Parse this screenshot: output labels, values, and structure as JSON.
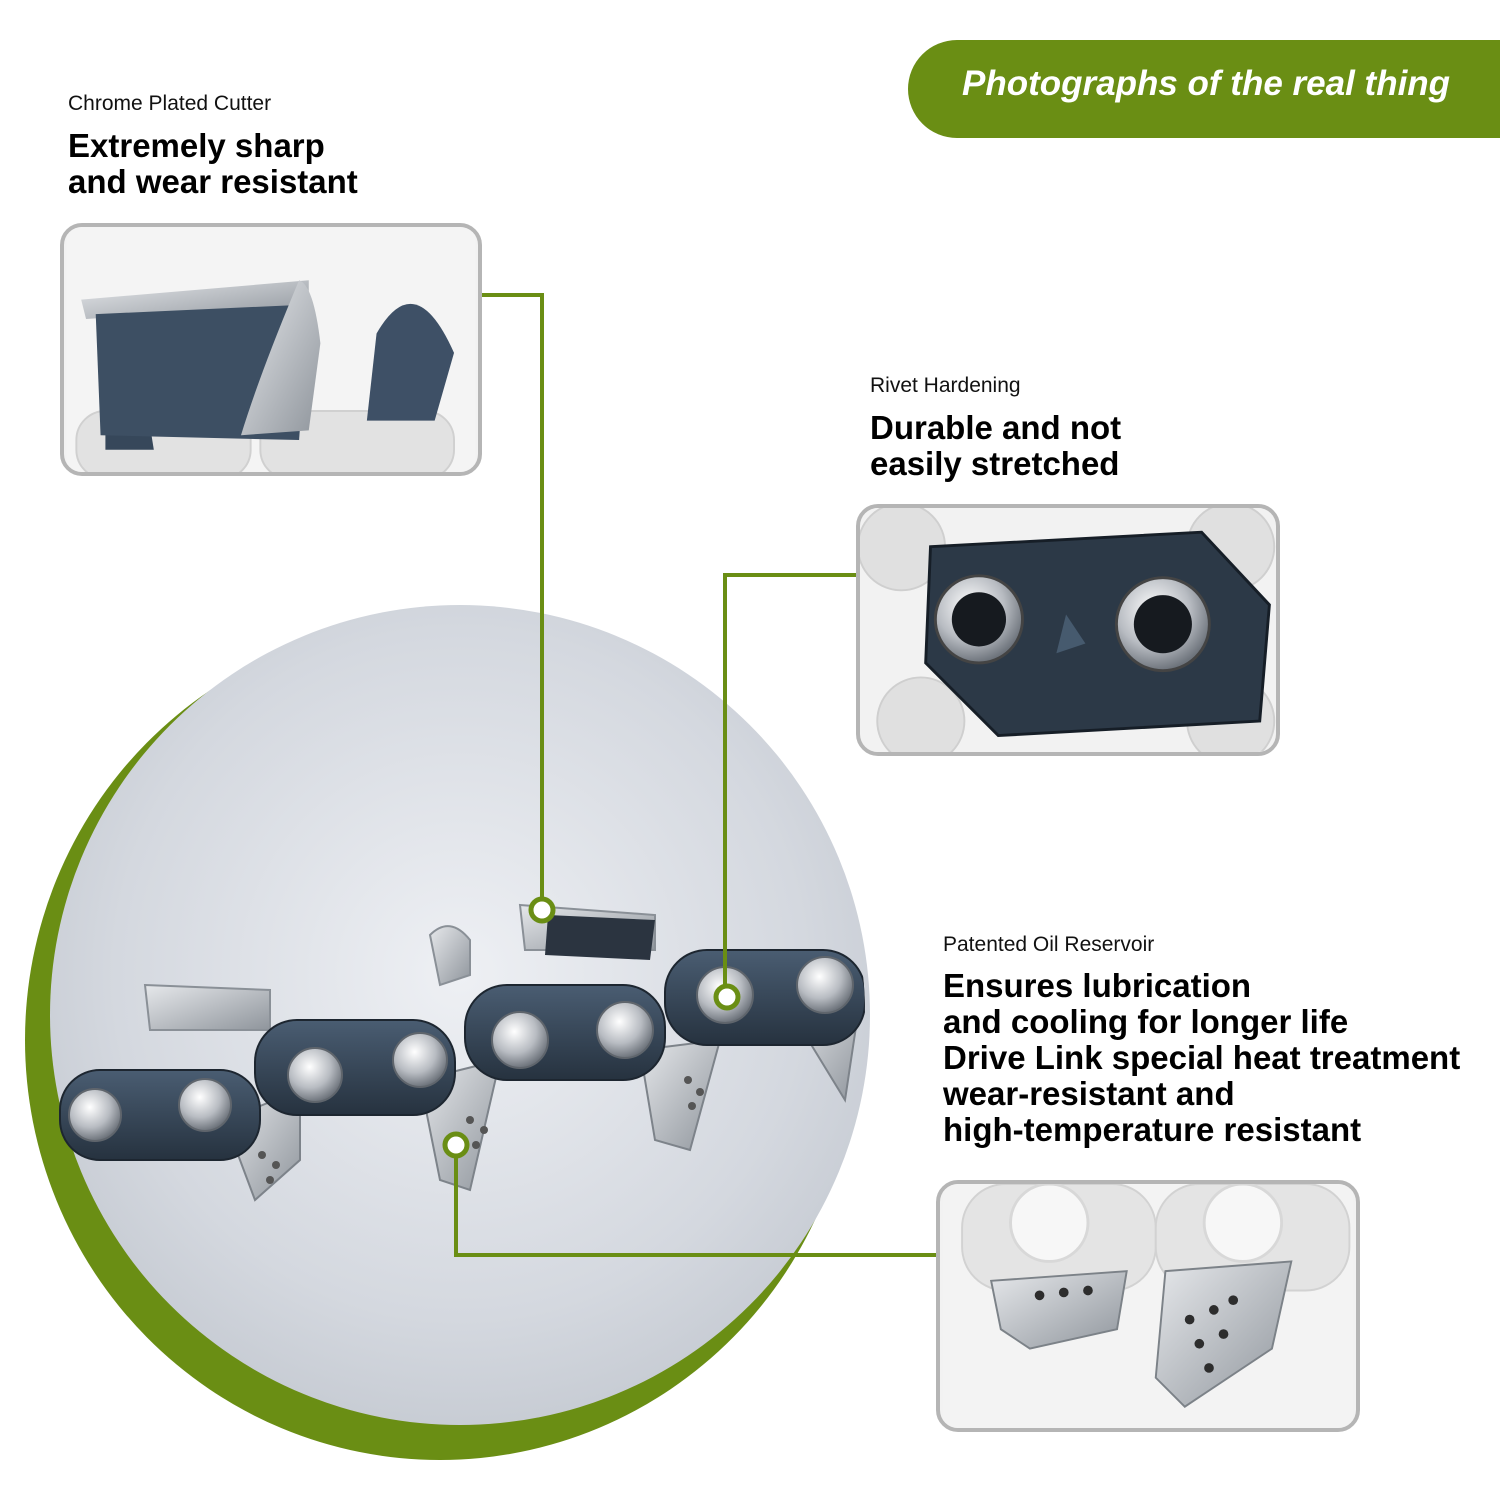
{
  "banner": {
    "text": "Photographs of the real thing"
  },
  "features": [
    {
      "small": "Chrome Plated Cutter",
      "big_lines": [
        "Extremely sharp",
        "and wear resistant"
      ]
    },
    {
      "small": "Rivet Hardening",
      "big_lines": [
        "Durable and not",
        "easily stretched"
      ]
    },
    {
      "small": "Patented Oil Reservoir",
      "big_lines": [
        "Ensures lubrication",
        "and cooling for longer life",
        "Drive Link special heat treatment",
        "wear-resistant and",
        "high-temperature resistant"
      ]
    }
  ],
  "colors": {
    "accent": "#6a8e14",
    "steel_dark": "#3a4b5e",
    "steel_light": "#c9cdd2"
  },
  "icons": [
    "chainsaw-chain-photo",
    "cutter-closeup-photo",
    "rivet-closeup-photo",
    "drive-link-closeup-photo",
    "callout-dot-icon"
  ]
}
